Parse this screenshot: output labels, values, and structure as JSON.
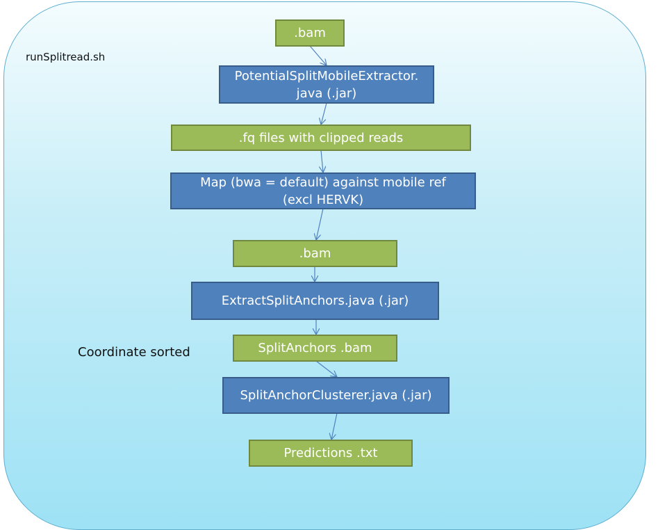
{
  "script_label": "runSplitread.sh",
  "side_note": "Coordinate sorted",
  "nodes": [
    {
      "id": "bam_input",
      "text": ".bam",
      "kind": "file"
    },
    {
      "id": "extractor",
      "text": "PotentialSplitMobileExtractor.\njava (.jar)",
      "kind": "program"
    },
    {
      "id": "fq_files",
      "text": ".fq files with clipped reads",
      "kind": "file"
    },
    {
      "id": "map_step",
      "text": "Map (bwa = default) against mobile ref\n(excl HERVK)",
      "kind": "program"
    },
    {
      "id": "bam_mapped",
      "text": ".bam",
      "kind": "file"
    },
    {
      "id": "anchor_extract",
      "text": "ExtractSplitAnchors.java (.jar)",
      "kind": "program"
    },
    {
      "id": "split_anchors_bam",
      "text": "SplitAnchors .bam",
      "kind": "file"
    },
    {
      "id": "clusterer",
      "text": "SplitAnchorClusterer.java (.jar)",
      "kind": "program"
    },
    {
      "id": "predictions",
      "text": "Predictions .txt",
      "kind": "file"
    }
  ],
  "colors": {
    "file_fill": "#9bbb59",
    "program_fill": "#4f81bd",
    "arrow": "#4f81bd",
    "panel_fill": "#c8eef8"
  }
}
